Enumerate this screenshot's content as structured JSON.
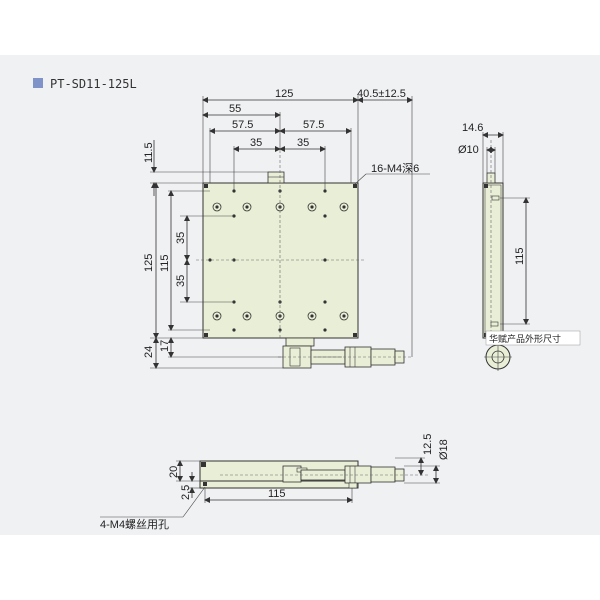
{
  "title": "PT-SD11-125L",
  "legend_color": "#7f93c9",
  "body_color": "#e9eed6",
  "dimensions": {
    "top_125": "125",
    "top_stroke": "40.5±12.5",
    "top_55": "55",
    "top_57_5_left": "57.5",
    "top_57_5_right": "57.5",
    "top_35_left": "35",
    "top_35_right": "35",
    "left_11_5": "11.5",
    "left_125": "125",
    "left_115": "115",
    "left_35_upper": "35",
    "left_35_lower": "35",
    "left_24": "24",
    "left_17": "17",
    "side_14_6": "14.6",
    "side_dia10": "Ø10",
    "side_115": "115",
    "front_20": "20",
    "front_2_5": "2.5",
    "front_115": "115",
    "front_12_5": "12.5",
    "front_dia18": "Ø18"
  },
  "callouts": {
    "tapped_holes": "16-M4深6",
    "mount_holes": "4-M4螺丝用孔",
    "watermark": "华赋产品外形尺寸"
  }
}
